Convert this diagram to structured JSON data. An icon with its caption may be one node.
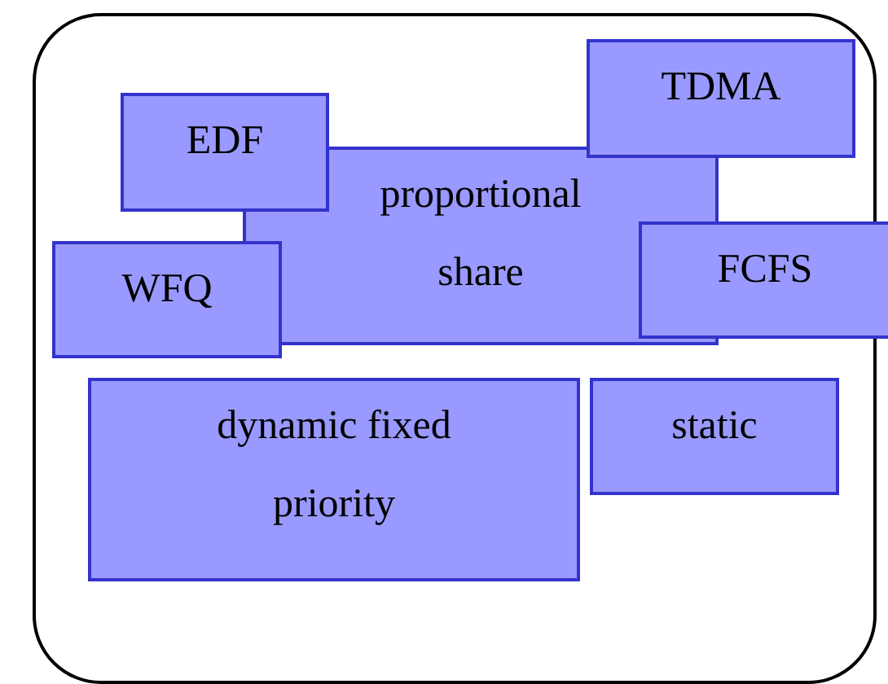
{
  "diagram": {
    "nodes": [
      {
        "text": [],
        "shape": "box"
      },
      {
        "text": [
          "EDF"
        ],
        "in": 0
      },
      {
        "text": [
          "TDMA"
        ],
        "in": 0
      },
      {
        "text": [
          "proportional share"
        ],
        "in": 0
      },
      {
        "text": [
          "WFQ"
        ],
        "in": 0
      },
      {
        "text": [
          "FCFS"
        ],
        "in": 0
      },
      {
        "text": [
          "dynamic fixed priority"
        ],
        "in": 0
      },
      {
        "text": [
          "static"
        ],
        "in": 0
      }
    ]
  }
}
